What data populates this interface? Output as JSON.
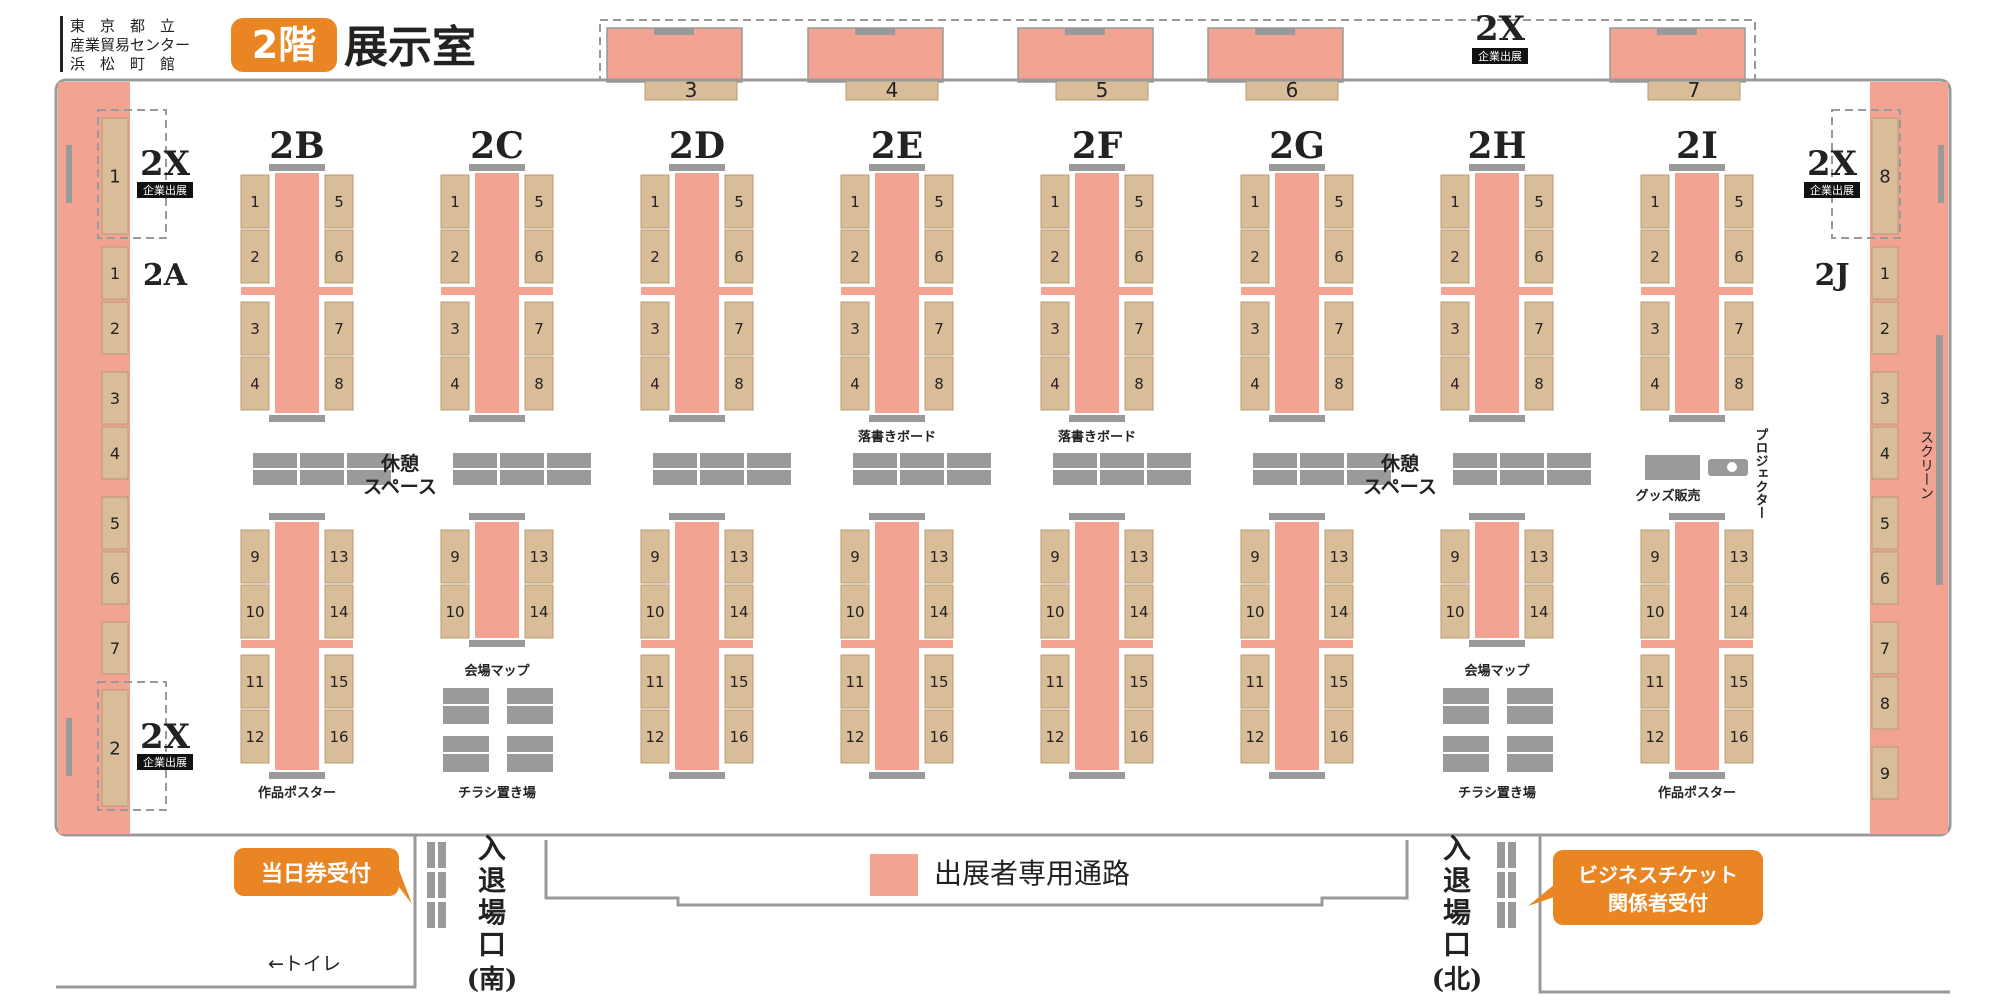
{
  "header": {
    "venue_lines": [
      "東　京　都　立",
      "産業貿易センター",
      "浜　松　町　館"
    ],
    "floor_badge": "2階",
    "room_title": "展示室"
  },
  "colors": {
    "booth": "#d9bd98",
    "booth_border": "#b89a72",
    "aisle": "#f2a391",
    "gray": "#9a9a9a",
    "wall": "#aaaaaa",
    "accent": "#ea8524",
    "accent_text": "#ffffff"
  },
  "top_row": {
    "label": "2X",
    "tag": "企業出展",
    "booths": [
      "3",
      "4",
      "5",
      "6",
      "7"
    ]
  },
  "left_side": {
    "x_top": {
      "label": "2X",
      "tag": "企業出展",
      "booth": "1"
    },
    "main_label": "2A",
    "booths": [
      "1",
      "2",
      "3",
      "4",
      "5",
      "6",
      "7"
    ],
    "x_bottom": {
      "label": "2X",
      "tag": "企業出展",
      "booth": "2"
    }
  },
  "right_side": {
    "x_top": {
      "label": "2X",
      "tag": "企業出展",
      "booth": "8"
    },
    "main_label": "2J",
    "booths": [
      "1",
      "2",
      "3",
      "4",
      "5",
      "6",
      "7",
      "8",
      "9"
    ],
    "screen_label": "スクリーン"
  },
  "islands": {
    "names": [
      "2B",
      "2C",
      "2D",
      "2E",
      "2F",
      "2G",
      "2H",
      "2I"
    ],
    "top_left": [
      "1",
      "2",
      "3",
      "4"
    ],
    "top_right": [
      "5",
      "6",
      "7",
      "8"
    ],
    "bottom_left": [
      "9",
      "10",
      "11",
      "12"
    ],
    "bottom_right": [
      "13",
      "14",
      "15",
      "16"
    ],
    "short_left": [
      "9",
      "10"
    ],
    "short_right": [
      "13",
      "14"
    ]
  },
  "facilities": {
    "rest_space": [
      "休憩",
      "スペース"
    ],
    "graffiti_board": "落書きボード",
    "venue_map": "会場マップ",
    "flyer_area": "チラシ置き場",
    "poster": "作品ポスター",
    "goods": "グッズ販売",
    "projector": "プロジェクター"
  },
  "bottom": {
    "entrance_south": [
      "入",
      "退",
      "場",
      "口",
      "(南)"
    ],
    "entrance_north": [
      "入",
      "退",
      "場",
      "口",
      "(北)"
    ],
    "day_ticket": "当日券受付",
    "business_ticket": [
      "ビジネスチケット",
      "関係者受付"
    ],
    "exhibitor_path": "出展者専用通路",
    "toilet": "←トイレ"
  }
}
